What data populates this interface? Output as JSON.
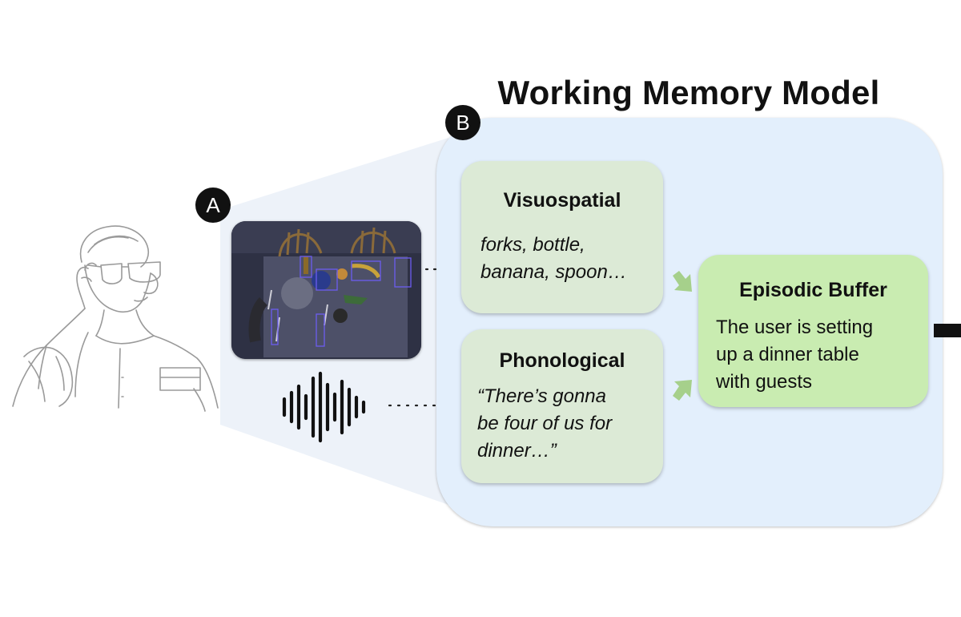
{
  "title": "Working Memory Model",
  "badges": {
    "a": "A",
    "b": "B"
  },
  "visuospatial": {
    "title": "Visuospatial",
    "line1": "forks, bottle,",
    "line2": "banana, spoon…"
  },
  "phonological": {
    "title": "Phonological",
    "line1": "“There’s gonna",
    "line2": "be four of us for",
    "line3": "dinner…”"
  },
  "episodic": {
    "title": "Episodic Buffer",
    "line1": "The user is setting",
    "line2": "up a dinner table",
    "line3": "with guests"
  },
  "colors": {
    "panel": "#e3effc",
    "card": "#dcead6",
    "buffer": "#c9ecb1",
    "arrow": "#a6d08b",
    "badge": "#111111"
  },
  "icons": {
    "person": "person-with-glasses-icon",
    "sound": "sound-wave-icon"
  }
}
